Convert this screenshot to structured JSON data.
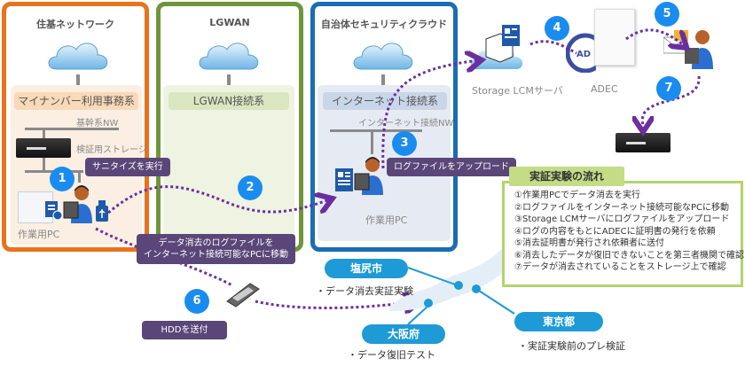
{
  "zones": {
    "juki": {
      "title": "住基ネットワーク",
      "segment": "マイナンバー利用事務系",
      "nw_label": "基幹系NW",
      "storage_label": "検証用ストレージ",
      "pc_label": "作業用PC",
      "color": "#e8731c"
    },
    "lgwan": {
      "title": "LGWAN",
      "segment": "LGWAN接続系",
      "color": "#6e9639"
    },
    "cloud": {
      "title": "自治体セキュリティクラウド",
      "segment": "インターネット接続系",
      "nw_label": "インターネット接続NW",
      "pc_label": "作業用PC",
      "color": "#1a6cb5"
    }
  },
  "external": {
    "storage_lcm": "Storage LCMサーバ",
    "adec": "ADEC"
  },
  "steps": {
    "s1": "1",
    "s2": "2",
    "s3": "3",
    "s4": "4",
    "s5": "5",
    "s6": "6",
    "s7": "7"
  },
  "callouts": {
    "sanitize": "サニタイズを実行",
    "move_log_line1": "データ消去のログファイルを",
    "move_log_line2": "インターネット接続可能なPCに移動",
    "upload_log": "ログファイルをアップロード",
    "send_hdd": "HDDを送付"
  },
  "flow": {
    "title": "実証実験の流れ",
    "items": [
      "①作業用PCでデータ消去を実行",
      "②ログファイルをインターネット接続可能なPCに移動",
      "③Storage LCMサーバにログファイルをアップロード",
      "④ログの内容をもとにADECに証明書の発行を依頼",
      "⑤消去証明書が発行され依頼者に送付",
      "⑥消去したデータが復旧できないことを第三者機関で確認",
      "⑦データが消去されていることをストレージ上で確認"
    ]
  },
  "locations": {
    "shiojiri": {
      "name": "塩尻市",
      "desc": "・データ消去実証実験"
    },
    "osaka": {
      "name": "大阪府",
      "desc": "・データ復旧テスト"
    },
    "tokyo": {
      "name": "東京都",
      "desc": "・実証実験前のプレ検証"
    }
  },
  "colors": {
    "arrow": "#6b2fa0",
    "badge": "#1a8cf0",
    "callout": "#5a4678",
    "pill": "#1e9ad6"
  }
}
